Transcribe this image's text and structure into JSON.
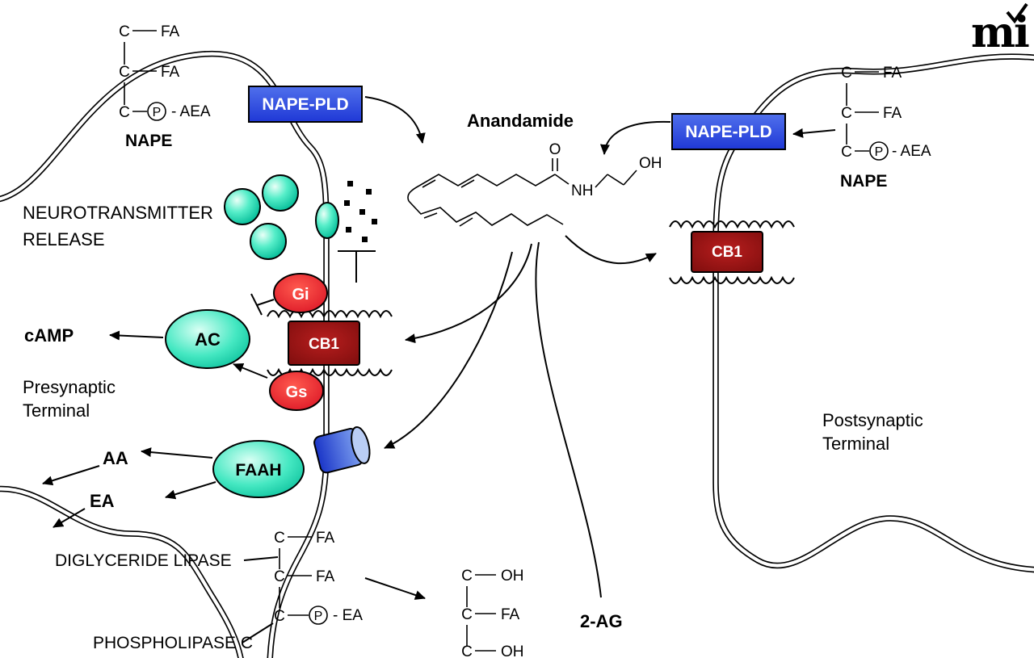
{
  "logo": {
    "text": "mi"
  },
  "labels": {
    "anandamide": "Anandamide",
    "two_ag": "2-AG",
    "camp": "cAMP",
    "aa": "AA",
    "ea": "EA",
    "nape": "NAPE",
    "neurotransmitter_l1": "NEUROTRANSMITTER",
    "neurotransmitter_l2": "RELEASE",
    "presynaptic_l1": "Presynaptic",
    "presynaptic_l2": "Terminal",
    "postsynaptic_l1": "Postsynaptic",
    "postsynaptic_l2": "Terminal",
    "diglyceride_lipase": "DIGLYCERIDE LIPASE",
    "phospholipase_c": "PHOSPHOLIPASE C"
  },
  "proteins": {
    "nape_pld": "NAPE-PLD",
    "cb1": "CB1",
    "gi": "Gi",
    "gs": "Gs",
    "ac": "AC",
    "faah": "FAAH"
  },
  "chem": {
    "c": "C",
    "fa": "FA",
    "p": "P",
    "aea": "- AEA",
    "ea_tail": "- EA",
    "oh": "OH",
    "o": "O",
    "nh": "NH"
  },
  "colors": {
    "enzyme_box_blue": "#2741DE",
    "receptor_dark_red": "#8F1212",
    "g_protein_red": "#E8112D",
    "vesicle_teal": "#00BA96",
    "transporter_blue": "#3A5BE0",
    "membrane": "#000000",
    "background": "#FFFFFF"
  }
}
